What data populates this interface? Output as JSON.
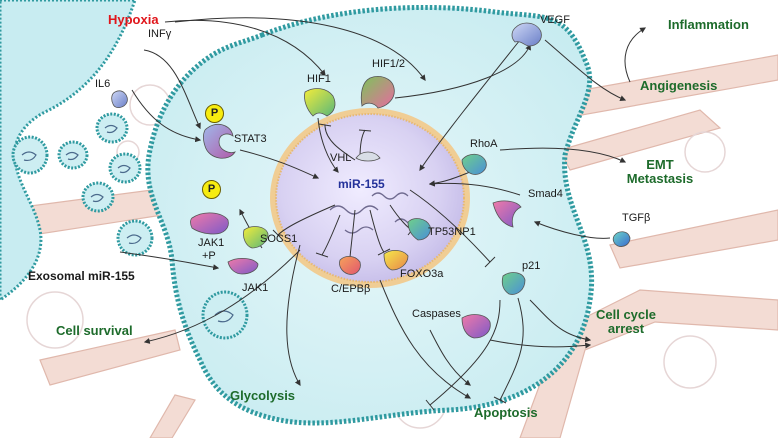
{
  "mirna": "miR-155",
  "labels": {
    "hypoxia": "Hypoxia",
    "infg": "INFγ",
    "il6": "IL6",
    "stat3": "STAT3",
    "hif1": "HIF1",
    "hif12": "HIF1/2",
    "vegf": "VEGF",
    "vhl": "VHL",
    "rhoa": "RhoA",
    "smad4": "Smad4",
    "tgfb": "TGFβ",
    "jak1p_line1": "JAK1",
    "jak1p_line2": "+P",
    "socs1": "SOCS1",
    "tp53np1": "TP53NP1",
    "jak1": "JAK1",
    "cebpb": "C/EPBβ",
    "foxo3a": "FOXO3a",
    "p21": "p21",
    "caspases": "Caspases",
    "exosomal": "Exosomal miR-155",
    "phospho": "P"
  },
  "outcomes": {
    "inflammation": "Inflammation",
    "angiogenesis": "Angigenesis",
    "emt_line1": "EMT",
    "emt_line2": "Metastasis",
    "cell_survival": "Cell survival",
    "glycolysis": "Glycolysis",
    "apoptosis": "Apoptosis",
    "cell_cycle_line1": "Cell cycle",
    "cell_cycle_line2": "arrest"
  },
  "colors": {
    "cell_fill": "#d4f0f4",
    "cell_border": "#2f9aa0",
    "nucleus_fill": "#ddd6f3",
    "nucleus_ring": "#f2c98a",
    "background_tissue": "#f3dcd4",
    "outcome_green": "#1d6b2b",
    "hypoxia_red": "#e0161b",
    "mirna_blue": "#23319a",
    "phospho_yellow": "#f7ec10"
  }
}
